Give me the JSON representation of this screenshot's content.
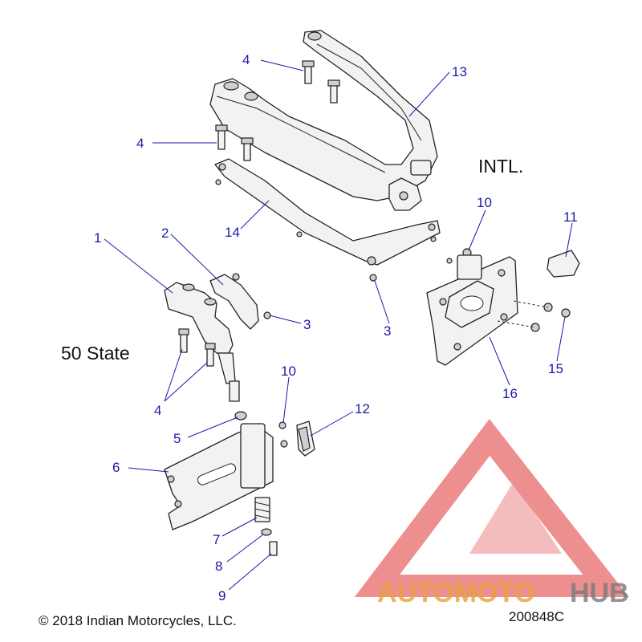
{
  "diagram": {
    "labels": {
      "intl": "INTL.",
      "fifty_state": "50 State"
    },
    "callouts": {
      "c1": "1",
      "c2": "2",
      "c3a": "3",
      "c3b": "3",
      "c4a": "4",
      "c4b": "4",
      "c4c": "4",
      "c5": "5",
      "c6": "6",
      "c7": "7",
      "c8": "8",
      "c9": "9",
      "c10a": "10",
      "c10b": "10",
      "c11": "11",
      "c12": "12",
      "c13": "13",
      "c14": "14",
      "c15": "15",
      "c16": "16"
    },
    "footer": {
      "copyright": "© 2018 Indian Motorcycles, LLC.",
      "diagram_id": "200848C"
    },
    "watermark": {
      "brand_part1": "AUTOMOTO",
      "brand_part2": "HUB",
      "color_primary": "#e8a23a",
      "color_secondary": "#7a7a7a",
      "logo_color": "#e86a6a"
    },
    "colors": {
      "callout": "#1a1aa6"
    }
  }
}
